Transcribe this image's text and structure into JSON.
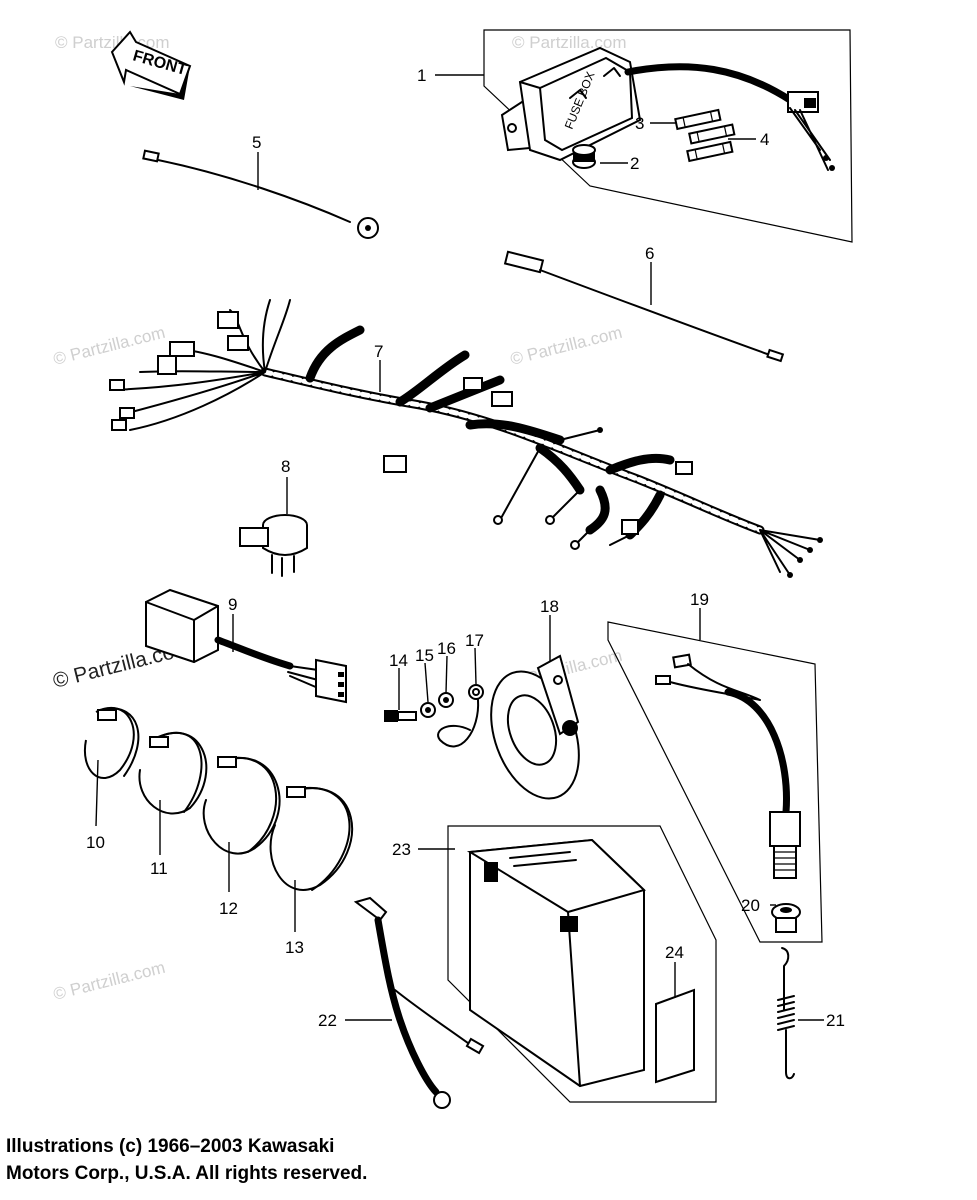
{
  "watermark": {
    "text": "© Partzilla.com"
  },
  "front_arrow": {
    "label": "FRONT"
  },
  "fuse_box": {
    "label": "FUSE BOX"
  },
  "callouts": [
    "1",
    "2",
    "3",
    "4",
    "5",
    "6",
    "7",
    "8",
    "9",
    "10",
    "11",
    "12",
    "13",
    "14",
    "15",
    "16",
    "17",
    "18",
    "19",
    "20",
    "21",
    "22",
    "23",
    "24"
  ],
  "copyright": {
    "line1": "Illustrations (c) 1966–2003 Kawasaki",
    "line2": "Motors Corp., U.S.A.  All rights reserved."
  }
}
